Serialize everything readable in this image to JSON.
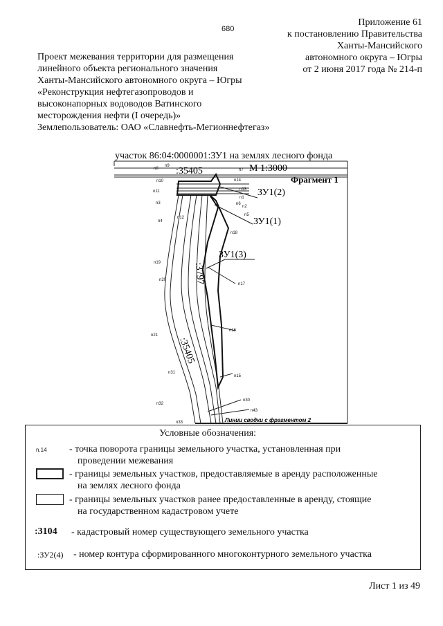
{
  "page_number": "680",
  "appendix": {
    "line1": "Приложение 61",
    "line2": "к постановлению Правительства",
    "line3": "Ханты-Мансийского",
    "line4": "автономного округа – Югры",
    "line5": "от 2 июня 2017 года № 214-п"
  },
  "project": {
    "line1": "Проект межевания территории для размещения",
    "line2": "линейного объекта регионального значения",
    "line3": "Ханты-Мансийского автономного округа – Югры",
    "line4": "«Реконструкция нефтегазопроводов и",
    "line5": "высоконапорных водоводов Ватинского",
    "line6": "месторождения нефти (I очередь)»",
    "line7": "Землепользователь: ОАО «Славнефть-Мегионнефтегаз»"
  },
  "map": {
    "title": "участок 86:04:0000001:ЗУ1 на землях лесного фонда",
    "scale": "М 1:3000",
    "fragment": "Фрагмент 1",
    "cadastral_labels": [
      ":35405",
      ":3797",
      ":35405"
    ],
    "contours": [
      "ЗУ1(2)",
      "ЗУ1(1)",
      "ЗУ1(3)"
    ],
    "points": [
      "n8",
      "n9",
      "n7",
      "n10",
      "n14",
      "n11",
      "n13",
      "n1",
      "n3",
      "n2",
      "n6",
      "n5",
      "n4",
      "n12",
      "n18",
      "n19",
      "n17",
      "n20",
      "n16",
      "n21",
      "n31",
      "n15",
      "n30",
      "n32",
      "n43",
      "n33"
    ],
    "tie_line": "Линии сводки с фрагментом 2"
  },
  "legend": {
    "title": "Условные обозначения:",
    "items": [
      {
        "symbol": "n.14",
        "line1": "- точка поворота границы земельного участка, установленная при",
        "line2": "проведении межевания"
      },
      {
        "symbol": "",
        "line1": "- границы земельных участков, предоставляемые в аренду расположенные",
        "line2": "на землях лесного фонда"
      },
      {
        "symbol": "",
        "line1": "- границы земельных участков ранее предоставленные в аренду, стоящие",
        "line2": "на государственном кадастровом учете"
      },
      {
        "symbol": ":3104",
        "line1": "- кадастровый номер существующего земельного участка",
        "line2": ""
      },
      {
        "symbol": ":ЗУ2(4)",
        "line1": "- номер контура сформированного многоконтурного земельного участка",
        "line2": ""
      }
    ]
  },
  "sheet": "Лист 1 из 49",
  "colors": {
    "ink": "#111111",
    "paper": "#ffffff"
  }
}
